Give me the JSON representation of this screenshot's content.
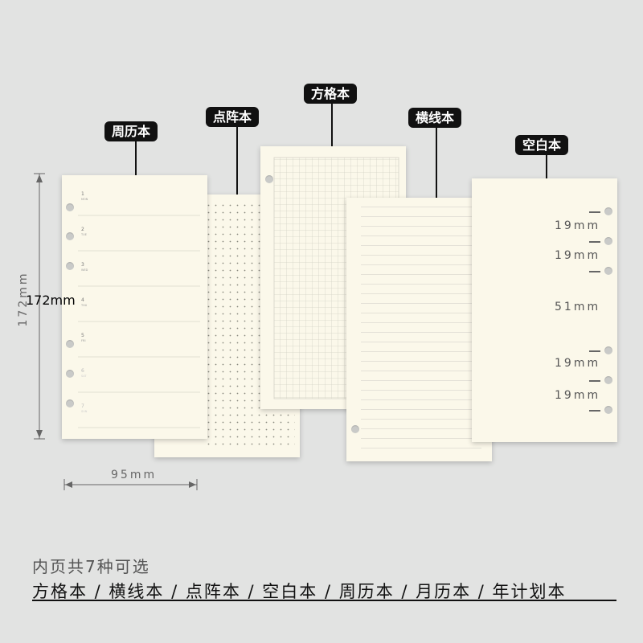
{
  "labels": {
    "weekly": "周历本",
    "dot": "点阵本",
    "grid": "方格本",
    "lined": "横线本",
    "blank": "空白本"
  },
  "dimensions": {
    "height": "172mm",
    "width": "95mm",
    "blank_spacings": [
      "19mm",
      "19mm",
      "51mm",
      "19mm",
      "19mm"
    ]
  },
  "weekly_days": [
    {
      "num": "1",
      "abbr": "MON"
    },
    {
      "num": "2",
      "abbr": "TUE"
    },
    {
      "num": "3",
      "abbr": "WED"
    },
    {
      "num": "4",
      "abbr": "THU"
    },
    {
      "num": "5",
      "abbr": "FRI"
    },
    {
      "num": "6",
      "abbr": "SAT"
    },
    {
      "num": "7",
      "abbr": "SUN"
    }
  ],
  "footer": {
    "subtitle": "内页共7种可选",
    "options": "方格本 / 横线本 / 点阵本 / 空白本 / 周历本 / 月历本 / 年计划本"
  },
  "colors": {
    "background": "#e2e3e2",
    "paper": "#fbf8ea",
    "tag": "#111111"
  }
}
